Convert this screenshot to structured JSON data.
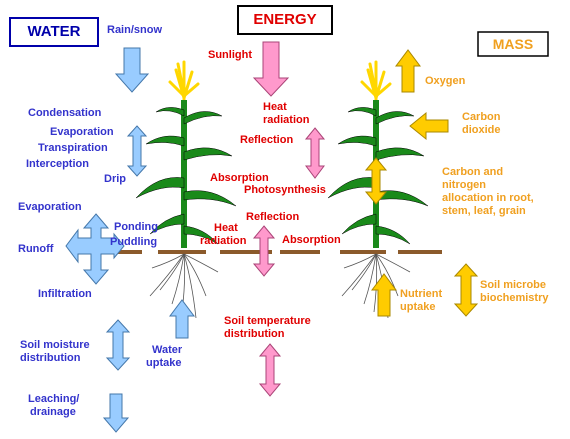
{
  "headers": {
    "water": "WATER",
    "energy": "ENERGY",
    "mass": "MASS"
  },
  "water": {
    "rain_snow": "Rain/snow",
    "condensation": "Condensation",
    "evaporation_top": "Evaporation",
    "transpiration": "Transpiration",
    "interception": "Interception",
    "drip": "Drip",
    "evaporation_soil": "Evaporation",
    "ponding": "Ponding",
    "puddling": "Puddling",
    "runoff": "Runoff",
    "infiltration": "Infiltration",
    "soil_moisture_1": "Soil moisture",
    "soil_moisture_2": "distribution",
    "water_uptake_1": "Water",
    "water_uptake_2": "uptake",
    "leaching_1": "Leaching/",
    "leaching_2": "drainage"
  },
  "energy": {
    "sunlight": "Sunlight",
    "heat_radiation_top_1": "Heat",
    "heat_radiation_top_2": "radiation",
    "reflection_top": "Reflection",
    "absorption_top": "Absorption",
    "photosynthesis": "Photosynthesis",
    "reflection_mid": "Reflection",
    "heat_radiation_mid_1": "Heat",
    "heat_radiation_mid_2": "radiation",
    "absorption_mid": "Absorption",
    "soil_temp_1": "Soil temperature",
    "soil_temp_2": "distribution"
  },
  "mass": {
    "oxygen": "Oxygen",
    "carbon_dioxide_1": "Carbon",
    "carbon_dioxide_2": "dioxide",
    "cn_1": "Carbon and",
    "cn_2": "nitrogen",
    "cn_3": "allocation in root,",
    "cn_4": "stem, leaf, grain",
    "nutrient_1": "Nutrient",
    "nutrient_2": "uptake",
    "microbe_1": "Soil microbe",
    "microbe_2": "biochemistry"
  },
  "colors": {
    "water_arrow": "#99ccff",
    "energy_arrow": "#ff99cc",
    "mass_arrow": "#ffcc00",
    "water_text": "#3333cc",
    "energy_text": "#e00000",
    "mass_text": "#f0a020",
    "leaf": "#1a8a1a",
    "tassel": "#ffd700",
    "soil": "#8b5a2b"
  }
}
